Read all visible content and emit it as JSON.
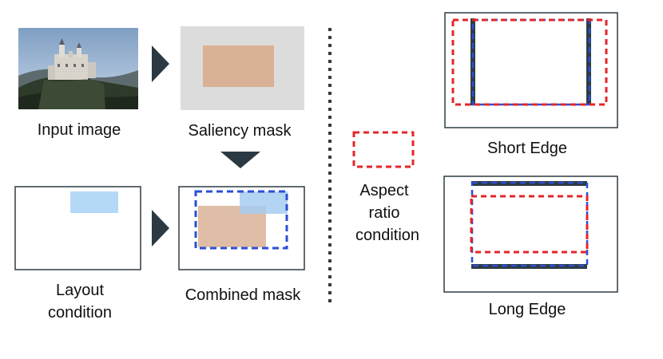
{
  "labels": {
    "input_image": "Input image",
    "saliency_mask": "Saliency mask",
    "layout_condition_line1": "Layout",
    "layout_condition_line2": "condition",
    "combined_mask": "Combined mask",
    "aspect_ratio_line1": "Aspect",
    "aspect_ratio_line2": "ratio",
    "aspect_ratio_line3": "condition",
    "short_edge": "Short Edge",
    "long_edge": "Long Edge"
  },
  "colors": {
    "arrow": "#2b3a42",
    "saliency_bg": "#dcdcdc",
    "saliency_region": "#d9b196",
    "layout_region": "#b5d8f7",
    "dashed_red": "#e3262a",
    "dashed_blue": "#2b4fd6",
    "bar_dark": "#2f3c44",
    "frame_stroke": "#2f3c44"
  },
  "icons": {
    "input_thumbnail": "castle-photo"
  }
}
